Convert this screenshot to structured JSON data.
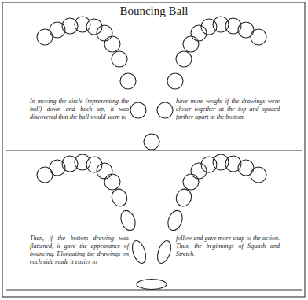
{
  "diagram": {
    "title": "Bouncing Ball",
    "labels": [
      "In moving the circle (representing the ball) down and back up, it was discovered that the ball would seem to",
      "have more weight if the drawings were closer together at the top and spaced farther apart at the bottom.",
      "Then, if the bottom drawing was flattened, it gave the appearance of bouncing. Elongating the drawings on each side made it easier to",
      "follow and gave more snap to the action. Thus, the beginnings of Squash and Stretch."
    ]
  }
}
